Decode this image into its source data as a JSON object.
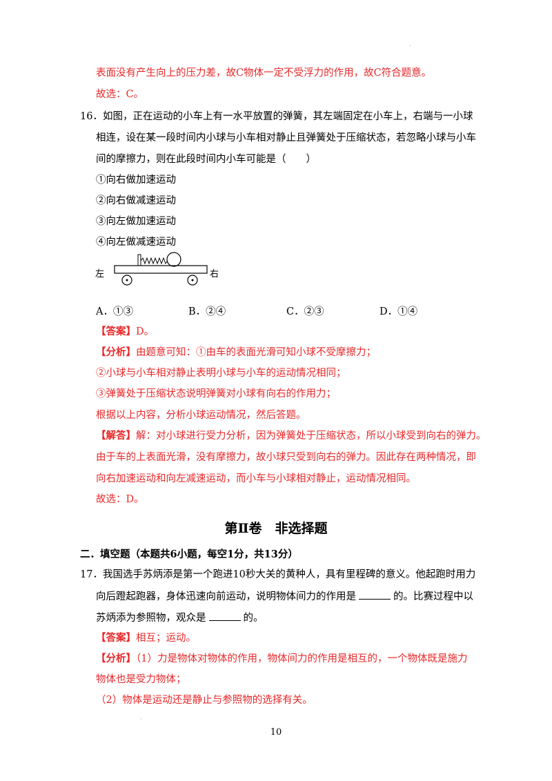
{
  "prev": {
    "line1": "表面没有产生向上的压力差，故C物体一定不受浮力的作用，故C符合题意。",
    "choice": "故选：C。"
  },
  "q16": {
    "stem1": "16．如图，正在运动的小车上有一水平放置的弹簧，其左端固定在小车上，右端与一小球",
    "stem2": "相连，设在某一段时间内小球与小车相对静止且弹簧处于压缩状态，若忽略小球与小车",
    "stem3": "间的摩擦力，则在此段时间内小车可能是（　　）",
    "items": [
      "①向右做加速运动",
      "②向右做减速运动",
      "③向左做加速运动",
      "④向左做减速运动"
    ],
    "fig_left": "左",
    "fig_right": "右",
    "options": [
      "A．①③",
      "B．②④",
      "C．②③",
      "D．①④"
    ],
    "answer_tag": "【答案】",
    "answer": "D。",
    "analysis_tag": "【分析】",
    "analysis1": "由题意可知：①由车的表面光滑可知小球不受摩擦力；",
    "analysis2": "②小球与小车相对静止表明小球与小车的运动情况相同；",
    "analysis3": "③弹簧处于压缩状态说明弹簧对小球有向右的作用力；",
    "analysis4": "根据以上内容，分析小球运动情况，然后答题。",
    "solution_tag": "【解答】",
    "solution1": "解：对小球进行受力分析，因为弹簧处于压缩状态，所以小球受到向右的弹力。",
    "solution2": "由于车的上表面光滑，没有摩擦力，故小球只受到向右的弹力。因此存在两种情况，即",
    "solution3": "向右加速运动和向左减速运动，而小车与小球相对静止，运动情况相同。",
    "choice": "故选：D。"
  },
  "part2_title": "第Ⅱ卷　非选择题",
  "section2": "二．填空题（本题共6小题，每空1分，共13分）",
  "q17": {
    "stem1": "17．我国选手苏炳添是第一个跑进10秒大关的黄种人，具有里程碑的意义。他起跑时用力",
    "stem2a": "向后蹬起跑器，身体迅速向前运动，说明物体间力的作用是",
    "stem2b": "的。比赛过程中以",
    "stem3a": "苏炳添为参照物，观众是",
    "stem3b": "的。",
    "answer_tag": "【答案】",
    "answer": "相互；运动。",
    "analysis_tag": "【分析】",
    "analysis1": "（1）力是物体对物体的作用，物体间力的作用是相互的，一个物体既是施力",
    "analysis2": "物体也是受力物体；",
    "analysis3": "（2）物体是运动还是静止与参照物的选择有关。"
  },
  "page_number": "10"
}
